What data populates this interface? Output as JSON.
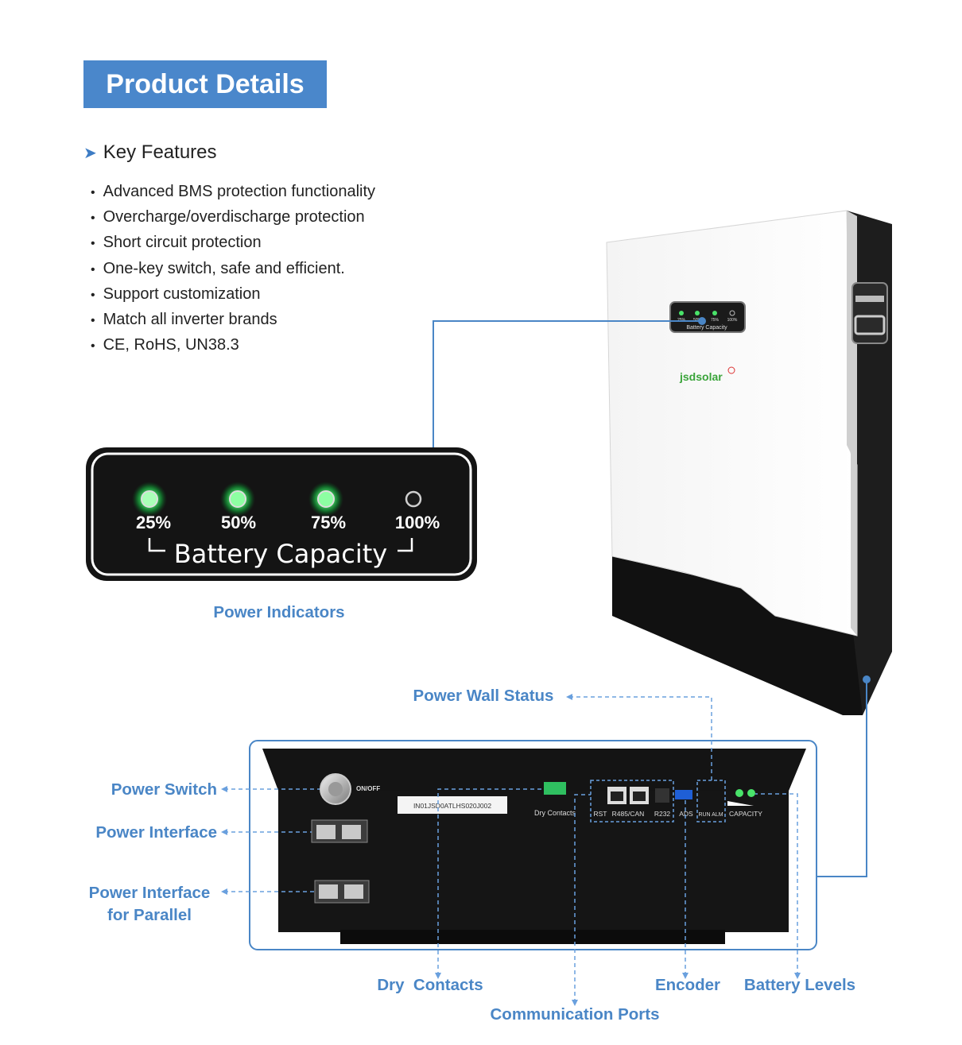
{
  "header": {
    "title": "Product Details"
  },
  "key_features": {
    "heading": "Key Features",
    "items": [
      "Advanced BMS protection functionality",
      "Overcharge/overdischarge protection",
      "Short circuit protection",
      "One-key switch, safe and efficient.",
      "Support customization",
      "Match all inverter brands",
      "CE, RoHS, UN38.3"
    ]
  },
  "indicator_panel": {
    "levels": [
      {
        "label": "25%",
        "lit": true
      },
      {
        "label": "50%",
        "lit": true
      },
      {
        "label": "75%",
        "lit": true
      },
      {
        "label": "100%",
        "lit": false
      }
    ],
    "caption": "Battery Capacity"
  },
  "device": {
    "logo": "jsdsolar",
    "panel_mini_labels": [
      "25%",
      "50%",
      "75%",
      "100%"
    ],
    "panel_mini_caption": "Battery Capacity"
  },
  "bottom_panel": {
    "on_off": "ON/OFF",
    "serial_label": "IN01JSD0ATLHS020J002",
    "dry_contacts": "Dry Contacts",
    "port_labels": [
      "RST",
      "R485/CAN",
      "R232",
      "ADS",
      "RUN ALM",
      "CAPACITY"
    ]
  },
  "callouts": {
    "power_indicators": "Power Indicators",
    "power_wall_status": "Power Wall Status",
    "power_switch": "Power Switch",
    "power_interface": "Power Interface",
    "power_interface_parallel_1": "Power Interface",
    "power_interface_parallel_2": "for Parallel",
    "dry_contacts": "Dry  Contacts",
    "communication_ports": "Communication Ports",
    "encoder": "Encoder",
    "battery_levels": "Battery Levels"
  },
  "colors": {
    "accent_blue": "#4a87cb",
    "callout_blue": "#4a86c6",
    "led_green": "#38e060",
    "panel_black": "#141414"
  }
}
